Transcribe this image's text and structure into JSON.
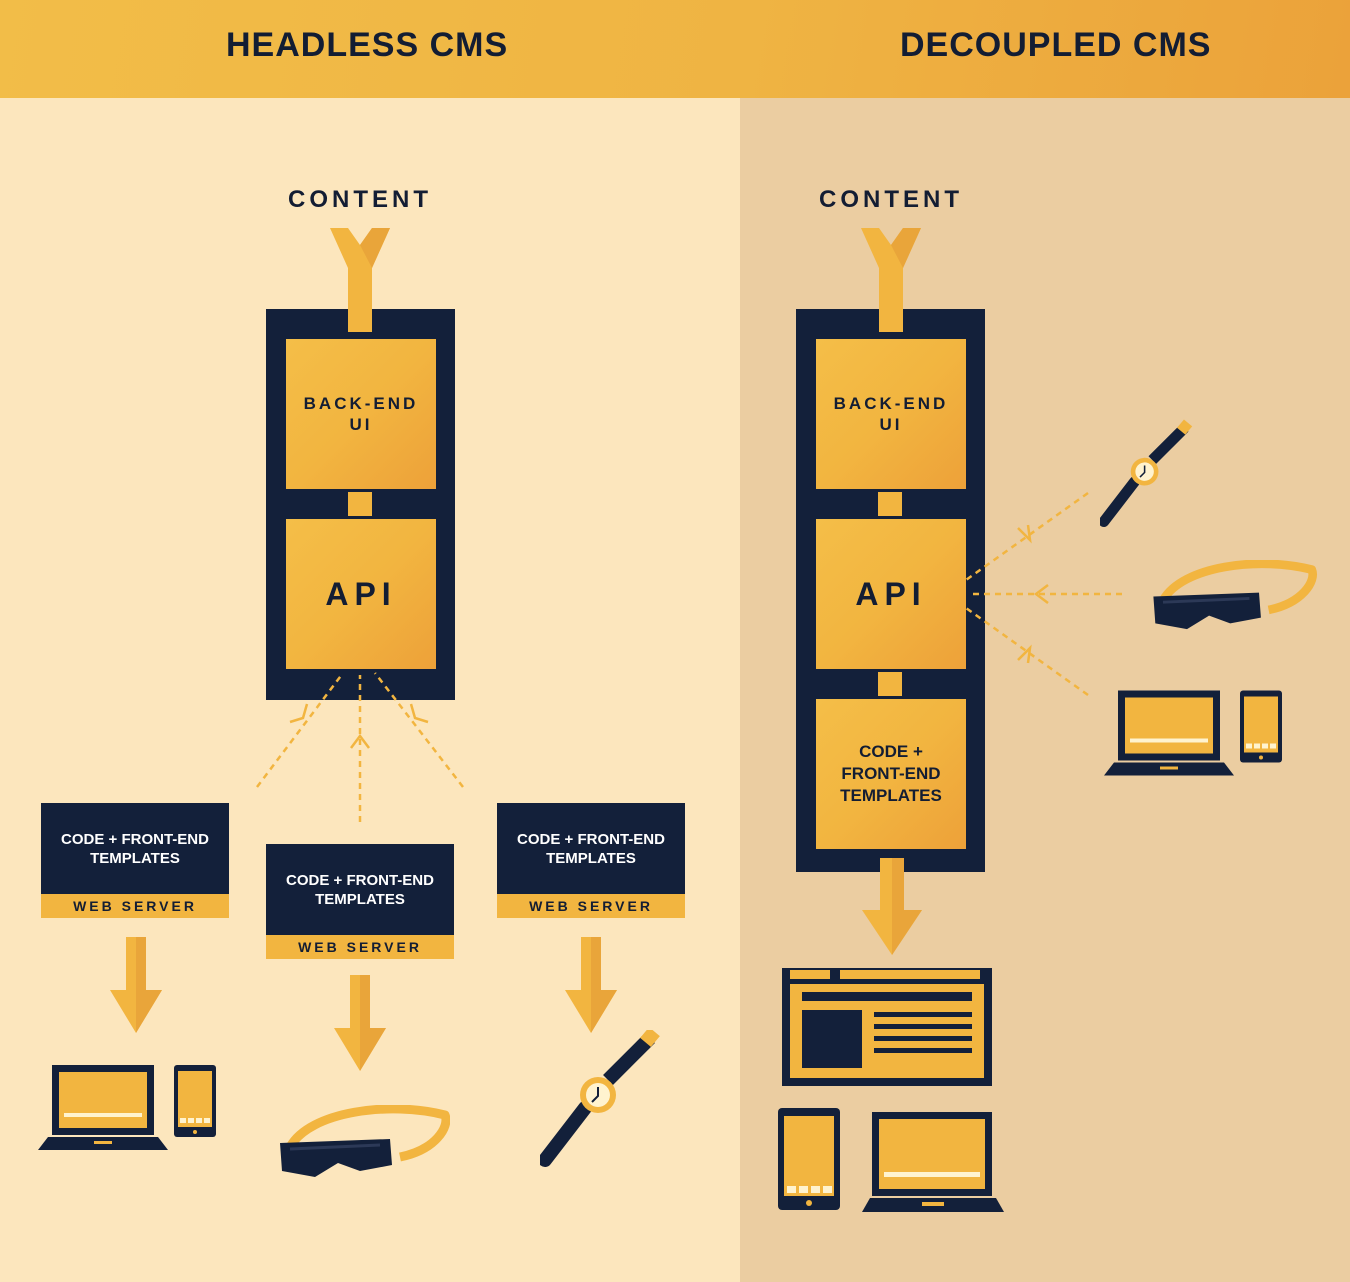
{
  "header": {
    "headless_title": "HEADLESS CMS",
    "decoupled_title": "DECOUPLED CMS"
  },
  "headless": {
    "content_label": "CONTENT",
    "backend_label": "BACK-END\nUI",
    "api_label": "API",
    "servers": [
      {
        "code_label": "CODE + FRONT-END\nTEMPLATES",
        "server_label": "WEB SERVER",
        "device": "laptop-phone-icon"
      },
      {
        "code_label": "CODE + FRONT-END\nTEMPLATES",
        "server_label": "WEB SERVER",
        "device": "vr-headset-icon"
      },
      {
        "code_label": "CODE + FRONT-END\nTEMPLATES",
        "server_label": "WEB SERVER",
        "device": "smartwatch-icon"
      }
    ]
  },
  "decoupled": {
    "content_label": "CONTENT",
    "backend_label": "BACK-END\nUI",
    "api_label": "API",
    "code_label": "CODE +\nFRONT-END\nTEMPLATES",
    "api_devices": [
      "smartwatch-icon",
      "vr-headset-icon",
      "laptop-phone-icon"
    ],
    "output_devices": [
      "website-icon",
      "tablet-icon",
      "laptop-icon"
    ]
  },
  "colors": {
    "navy": "#13203a",
    "gold": "#f2b540",
    "left_bg": "#fce6bd",
    "right_bg": "#ebcda1"
  }
}
